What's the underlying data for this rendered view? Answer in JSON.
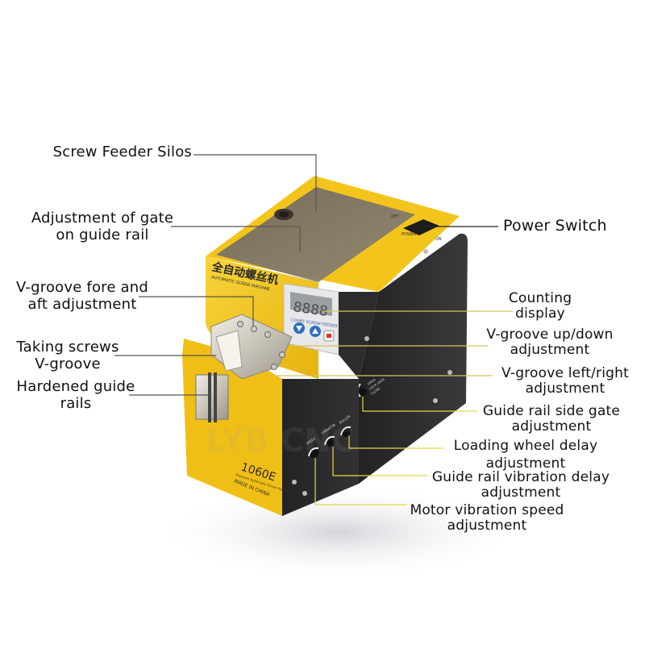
{
  "callouts": {
    "screw_feeder_silos": {
      "lines": [
        "Screw Feeder Silos"
      ]
    },
    "gate_adjustment": {
      "lines": [
        "Adjustment of gate",
        "on guide rail"
      ]
    },
    "vgroove_fore_aft": {
      "lines": [
        "V-groove fore and",
        "aft adjustment"
      ]
    },
    "taking_screws": {
      "lines": [
        "Taking screws",
        "V-groove"
      ]
    },
    "hardened_rails": {
      "lines": [
        "Hardened guide",
        "rails"
      ]
    },
    "power_switch": {
      "lines": [
        "Power Switch"
      ]
    },
    "counting_display": {
      "lines": [
        "Counting",
        "display"
      ]
    },
    "vgroove_up_down": {
      "lines": [
        "V-groove up/down",
        "adjustment"
      ]
    },
    "vgroove_left_right": {
      "lines": [
        "V-groove left/right",
        "adjustment"
      ]
    },
    "side_gate": {
      "lines": [
        "Guide rail side gate",
        "adjustment"
      ]
    },
    "loading_wheel": {
      "lines": [
        "Loading wheel delay",
        "adjustment"
      ]
    },
    "rail_vibration": {
      "lines": [
        "Guide rail vibration delay",
        "adjustment"
      ]
    },
    "motor_speed": {
      "lines": [
        "Motor vibration speed",
        "adjustment"
      ]
    }
  },
  "device": {
    "brand_cn": "全自动螺丝机",
    "brand_en": "AUTOMATIC SCREW MACHINE",
    "panel_caption": "COUNT  SCREW FEEDER",
    "display_readout": "8888",
    "model": "1060E",
    "model_sub": "Precision Automatic Screw Feeder",
    "origin": "MADE IN CHINA",
    "power_labels": {
      "off": "OFF",
      "on": "ON",
      "name": "POWER"
    },
    "gate_knob_labels": [
      "OPEN",
      "LOCK GATE",
      "CLOSE"
    ],
    "knob_labels": [
      "SPEED",
      "VIBRATOR",
      "ROLLER"
    ],
    "watermark": "LYB CNC"
  },
  "colors": {
    "body_yellow": "#f2c318",
    "body_yellow_dark": "#d9a80c",
    "panel_black": "#2a2a2c",
    "leader_dark": "#555555",
    "leader_gold": "#d8c25a"
  }
}
